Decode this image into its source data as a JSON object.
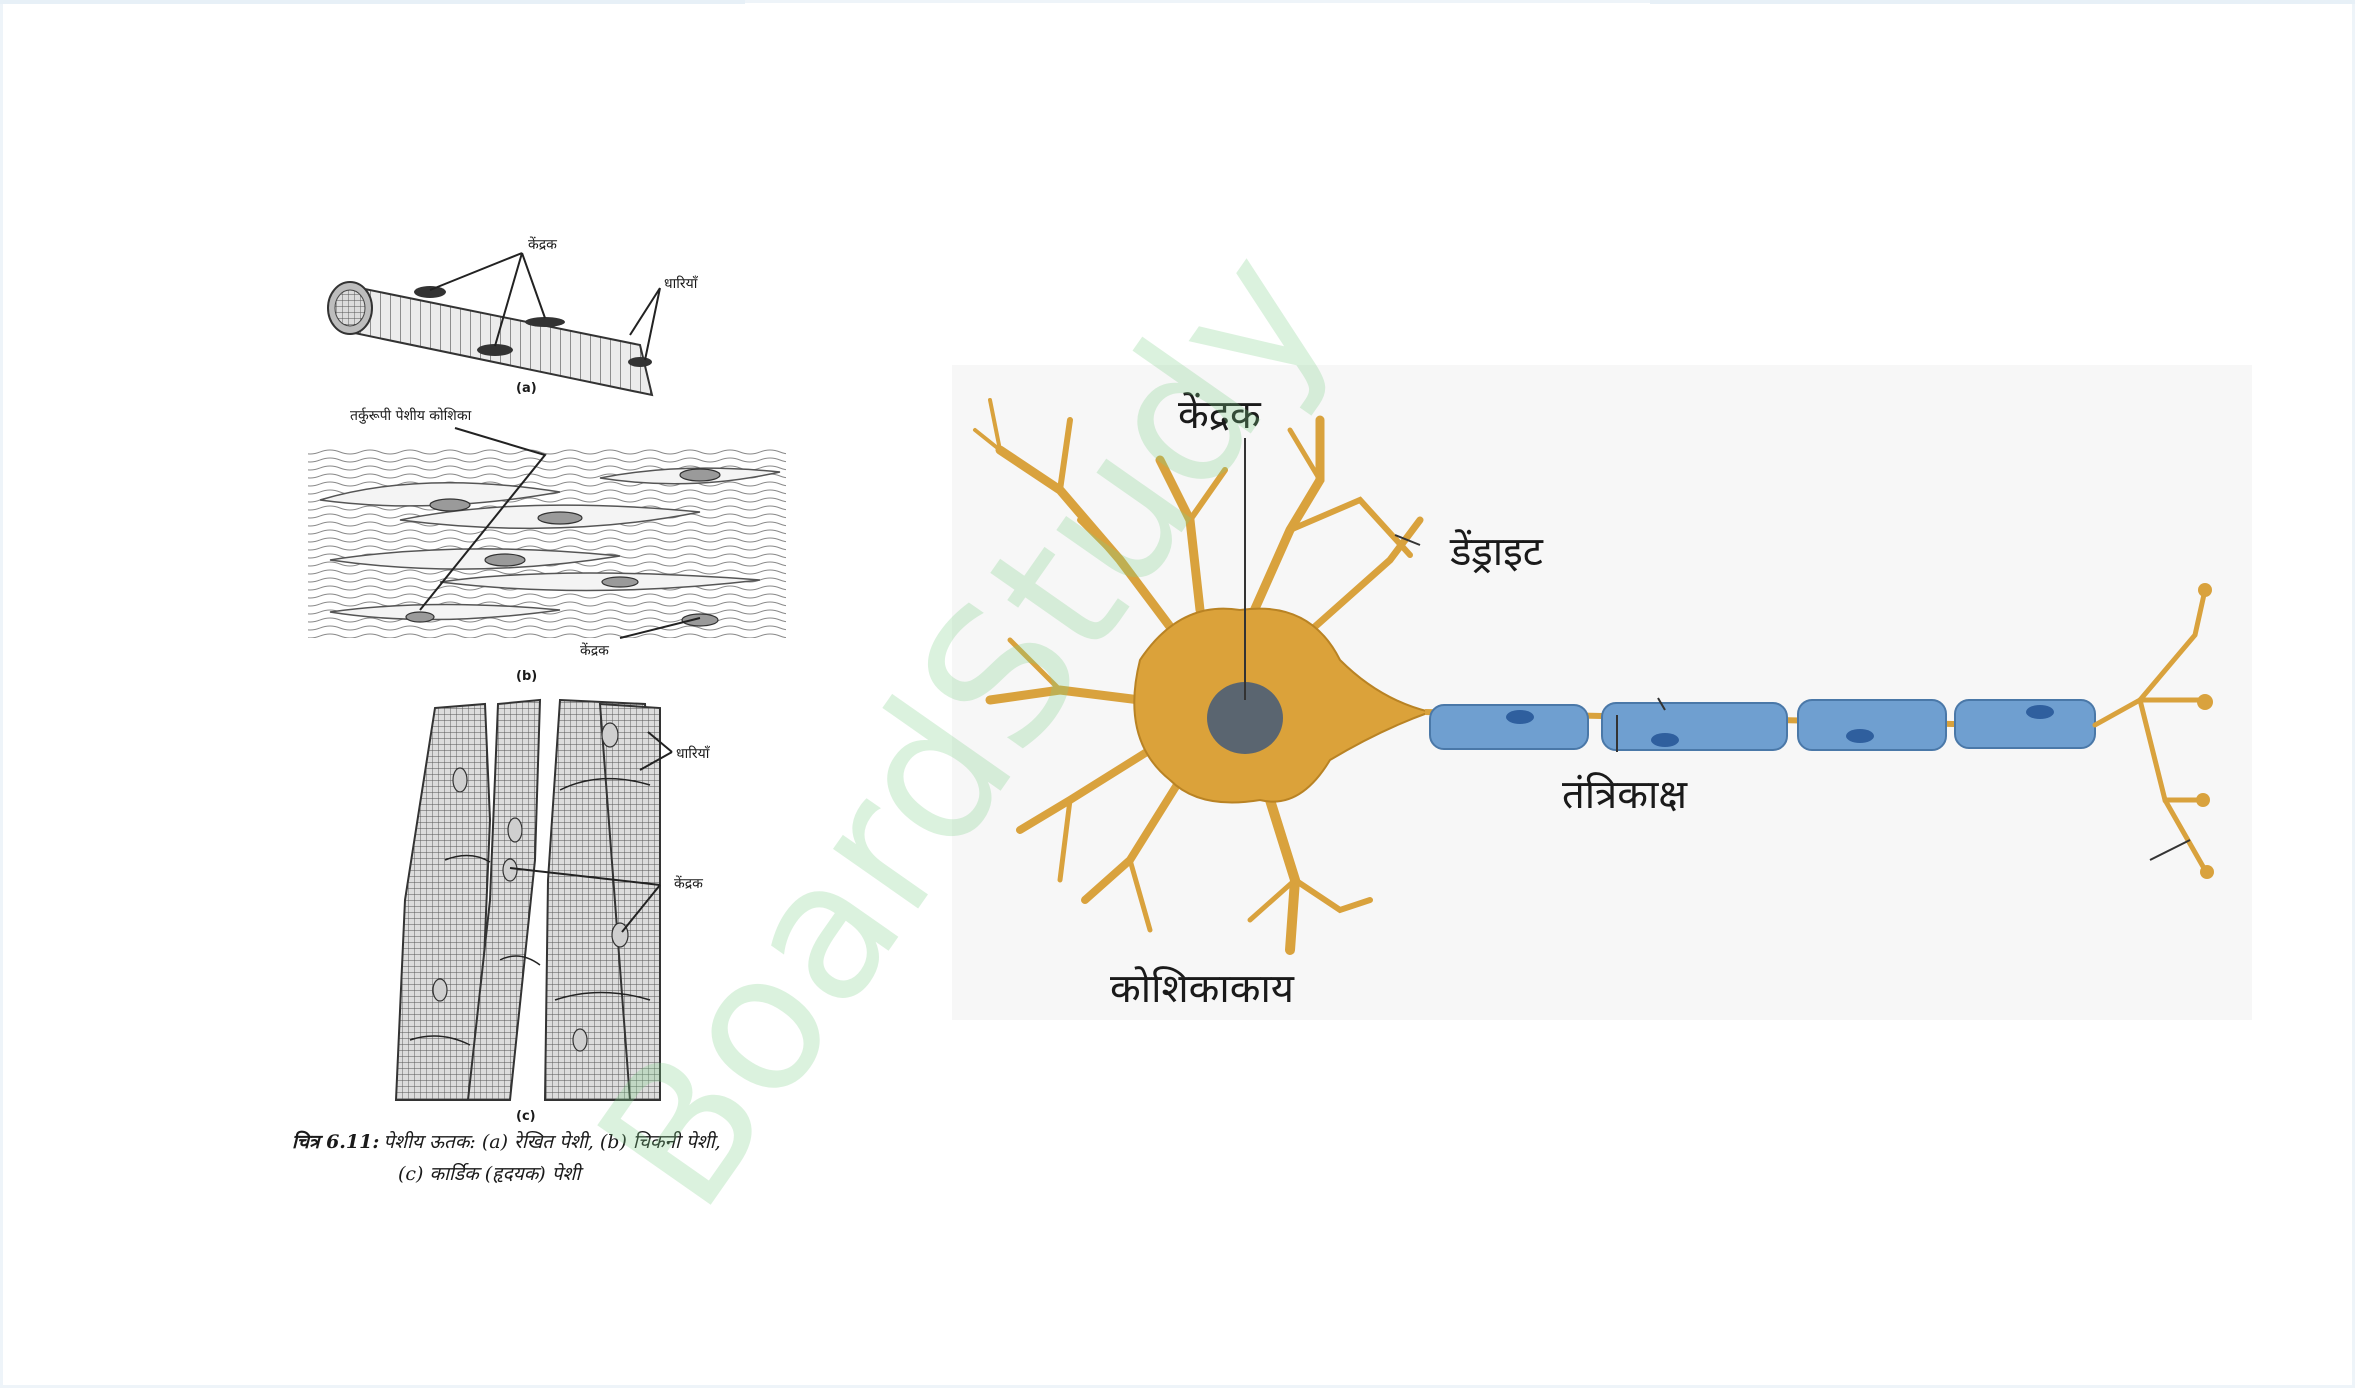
{
  "muscle_figure": {
    "a": {
      "nucleus_label": "केंद्रक",
      "striations_label": "धारियाँ",
      "panel_tag": "(a)"
    },
    "b": {
      "spindle_cell_label": "तर्कुरूपी पेशीय कोशिका",
      "nucleus_label": "केंद्रक",
      "panel_tag": "(b)"
    },
    "c": {
      "striations_label": "धारियाँ",
      "nucleus_label": "केंद्रक",
      "panel_tag": "(c)"
    },
    "caption_number": "चित्र 6.11:",
    "caption_line1": "पेशीय ऊतक: (a) रेखित पेशी, (b) चिकनी पेशी,",
    "caption_line2": "(c) कार्डिक (हृदयक) पेशी"
  },
  "neuron_figure": {
    "nucleus_label": "केंद्रक",
    "dendrite_label": "डेंड्राइट",
    "axon_label": "तंत्रिकाक्ष",
    "cell_body_label": "कोशिकाकाय"
  },
  "watermark": "BoardStudy",
  "colors": {
    "cell_body": "#dba23a",
    "nucleus": "#5a6570",
    "myelin": "#6f9fd0",
    "watermark": "#7fd18a"
  }
}
